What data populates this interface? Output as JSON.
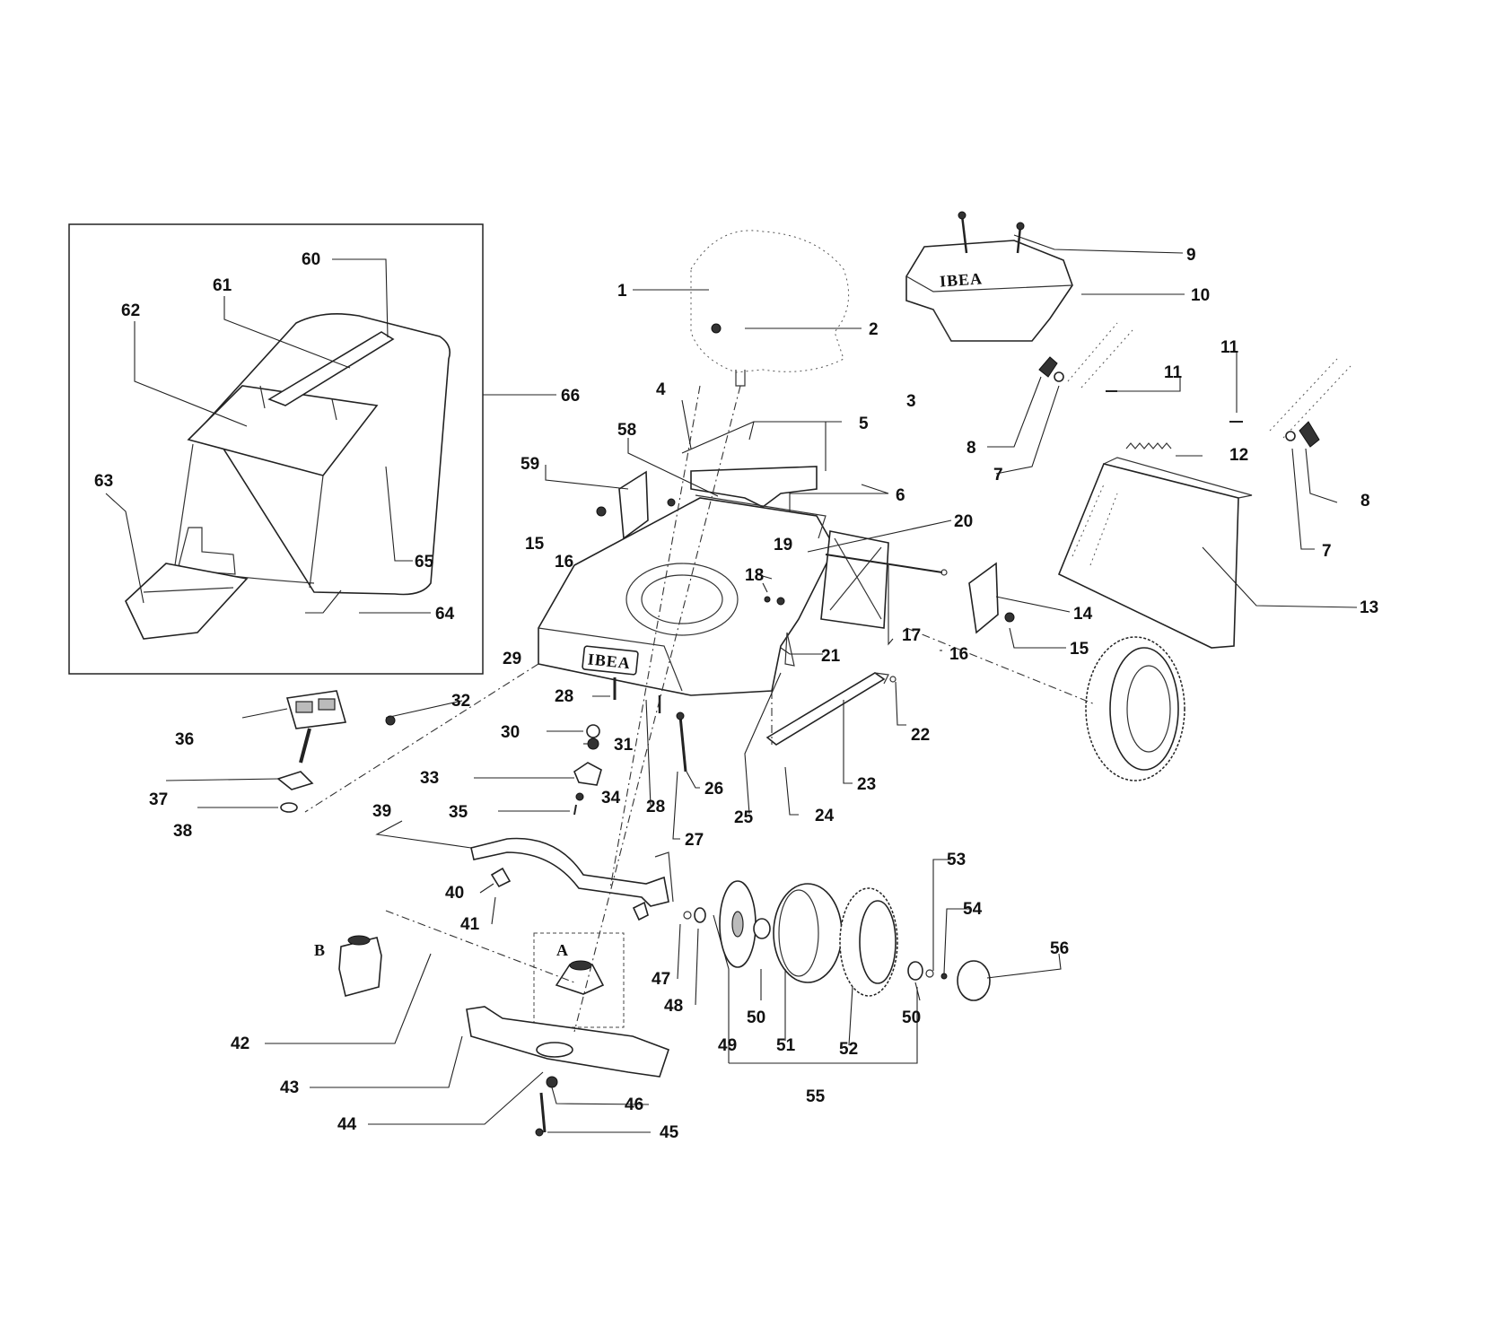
{
  "brand_logo": "IBEA",
  "callouts": [
    {
      "id": "1",
      "text": "1"
    },
    {
      "id": "2",
      "text": "2"
    },
    {
      "id": "3",
      "text": "3"
    },
    {
      "id": "4",
      "text": "4"
    },
    {
      "id": "5",
      "text": "5"
    },
    {
      "id": "6",
      "text": "6"
    },
    {
      "id": "7a",
      "text": "7"
    },
    {
      "id": "7b",
      "text": "7"
    },
    {
      "id": "8a",
      "text": "8"
    },
    {
      "id": "8b",
      "text": "8"
    },
    {
      "id": "9",
      "text": "9"
    },
    {
      "id": "10",
      "text": "10"
    },
    {
      "id": "11a",
      "text": "11"
    },
    {
      "id": "11b",
      "text": "11"
    },
    {
      "id": "12",
      "text": "12"
    },
    {
      "id": "13",
      "text": "13"
    },
    {
      "id": "14",
      "text": "14"
    },
    {
      "id": "15a",
      "text": "15"
    },
    {
      "id": "15b",
      "text": "15"
    },
    {
      "id": "16a",
      "text": "16"
    },
    {
      "id": "16b",
      "text": "16"
    },
    {
      "id": "17",
      "text": "17"
    },
    {
      "id": "18",
      "text": "18"
    },
    {
      "id": "19",
      "text": "19"
    },
    {
      "id": "20",
      "text": "20"
    },
    {
      "id": "21",
      "text": "21"
    },
    {
      "id": "22",
      "text": "22"
    },
    {
      "id": "23",
      "text": "23"
    },
    {
      "id": "24",
      "text": "24"
    },
    {
      "id": "25",
      "text": "25"
    },
    {
      "id": "26",
      "text": "26"
    },
    {
      "id": "27",
      "text": "27"
    },
    {
      "id": "28a",
      "text": "28"
    },
    {
      "id": "28b",
      "text": "28"
    },
    {
      "id": "29",
      "text": "29"
    },
    {
      "id": "30",
      "text": "30"
    },
    {
      "id": "31",
      "text": "31"
    },
    {
      "id": "32",
      "text": "32"
    },
    {
      "id": "33",
      "text": "33"
    },
    {
      "id": "34",
      "text": "34"
    },
    {
      "id": "35",
      "text": "35"
    },
    {
      "id": "36",
      "text": "36"
    },
    {
      "id": "37",
      "text": "37"
    },
    {
      "id": "38",
      "text": "38"
    },
    {
      "id": "39",
      "text": "39"
    },
    {
      "id": "40",
      "text": "40"
    },
    {
      "id": "41",
      "text": "41"
    },
    {
      "id": "42",
      "text": "42"
    },
    {
      "id": "43",
      "text": "43"
    },
    {
      "id": "44",
      "text": "44"
    },
    {
      "id": "45",
      "text": "45"
    },
    {
      "id": "46",
      "text": "46"
    },
    {
      "id": "47",
      "text": "47"
    },
    {
      "id": "48",
      "text": "48"
    },
    {
      "id": "49",
      "text": "49"
    },
    {
      "id": "50a",
      "text": "50"
    },
    {
      "id": "50b",
      "text": "50"
    },
    {
      "id": "51",
      "text": "51"
    },
    {
      "id": "52",
      "text": "52"
    },
    {
      "id": "53",
      "text": "53"
    },
    {
      "id": "54",
      "text": "54"
    },
    {
      "id": "55",
      "text": "55"
    },
    {
      "id": "56",
      "text": "56"
    },
    {
      "id": "58",
      "text": "58"
    },
    {
      "id": "59",
      "text": "59"
    },
    {
      "id": "60",
      "text": "60"
    },
    {
      "id": "61",
      "text": "61"
    },
    {
      "id": "62",
      "text": "62"
    },
    {
      "id": "63",
      "text": "63"
    },
    {
      "id": "64",
      "text": "64"
    },
    {
      "id": "65",
      "text": "65"
    },
    {
      "id": "66",
      "text": "66"
    }
  ],
  "detail_labels": {
    "A": "A",
    "B": "B"
  }
}
